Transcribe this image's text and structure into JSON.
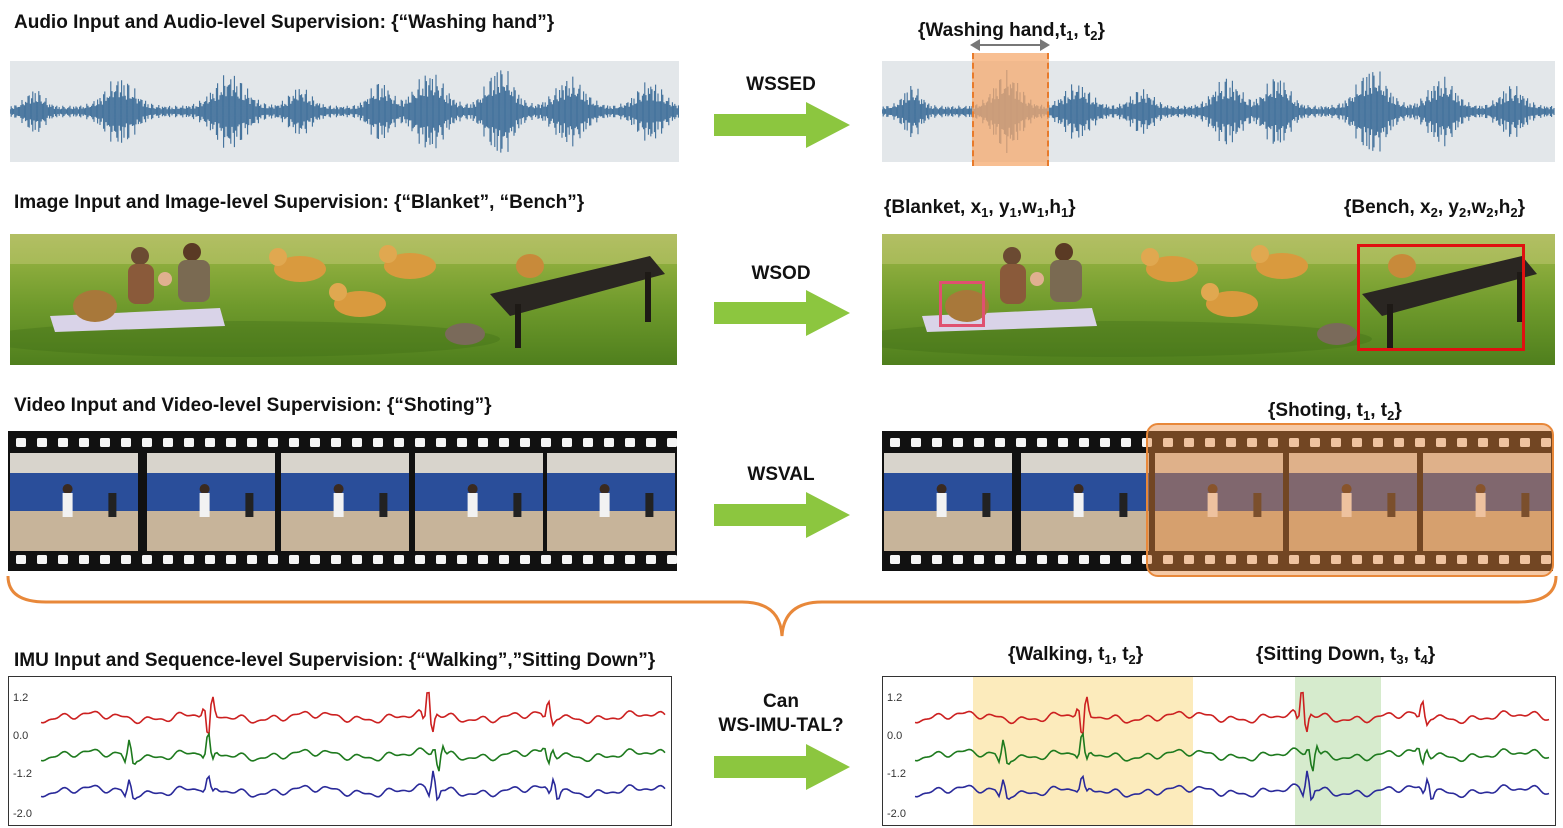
{
  "rows": [
    {
      "title": "Audio Input and Audio-level Supervision: {“Washing hand”}",
      "method": "WSSED",
      "output_labels": [
        {
          "text": "{Washing hand,t",
          "sub1": "1",
          "mid": ", t",
          "sub2": "2",
          "end": "}"
        }
      ]
    },
    {
      "title": "Image Input and Image-level Supervision: {“Blanket”, “Bench”}",
      "method": "WSOD",
      "output_labels": [
        {
          "text": "{Blanket, x",
          "s1": "1",
          "t2": ", y",
          "s2": "1",
          "t3": ",w",
          "s3": "1",
          "t4": ",h",
          "s4": "1",
          "end": "}"
        },
        {
          "text": "{Bench, x",
          "s1": "2",
          "t2": ", y",
          "s2": "2",
          "t3": ",w",
          "s3": "2",
          "t4": ",h",
          "s4": "2",
          "end": "}"
        }
      ]
    },
    {
      "title": "Video Input and Video-level Supervision: {“Shoting”}",
      "method": "WSVAL",
      "output_labels": [
        {
          "text": "{Shoting, t",
          "sub1": "1",
          "mid": ", t",
          "sub2": "2",
          "end": "}"
        }
      ]
    },
    {
      "title": "IMU Input and Sequence-level Supervision: {“Walking”,”Sitting Down”}",
      "method_line1": "Can",
      "method_line2": "WS-IMU-TAL?",
      "output_labels": [
        {
          "text": "{Walking, t",
          "sub1": "1",
          "mid": ", t",
          "sub2": "2",
          "end": "}"
        },
        {
          "text": "{Sitting Down, t",
          "sub1": "3",
          "mid": ", t",
          "sub2": "4",
          "end": "}"
        }
      ],
      "y_ticks": [
        "1.2",
        "0.0",
        "-1.2",
        "-2.0"
      ]
    }
  ],
  "colors": {
    "arrow": "#8cc63f",
    "waveform": "#3f6f9a",
    "highlight_audio": "#f5b27a",
    "highlight_video": "#e8883a",
    "brace": "#e8883a",
    "box_blanket": "#e05070",
    "box_bench": "#e01010",
    "walk_span": "#fbe7b0",
    "sit_span": "#cfe8c4",
    "imu_red": "#cc2020",
    "imu_green": "#1e7a1e",
    "imu_blue": "#2a2a9a"
  }
}
